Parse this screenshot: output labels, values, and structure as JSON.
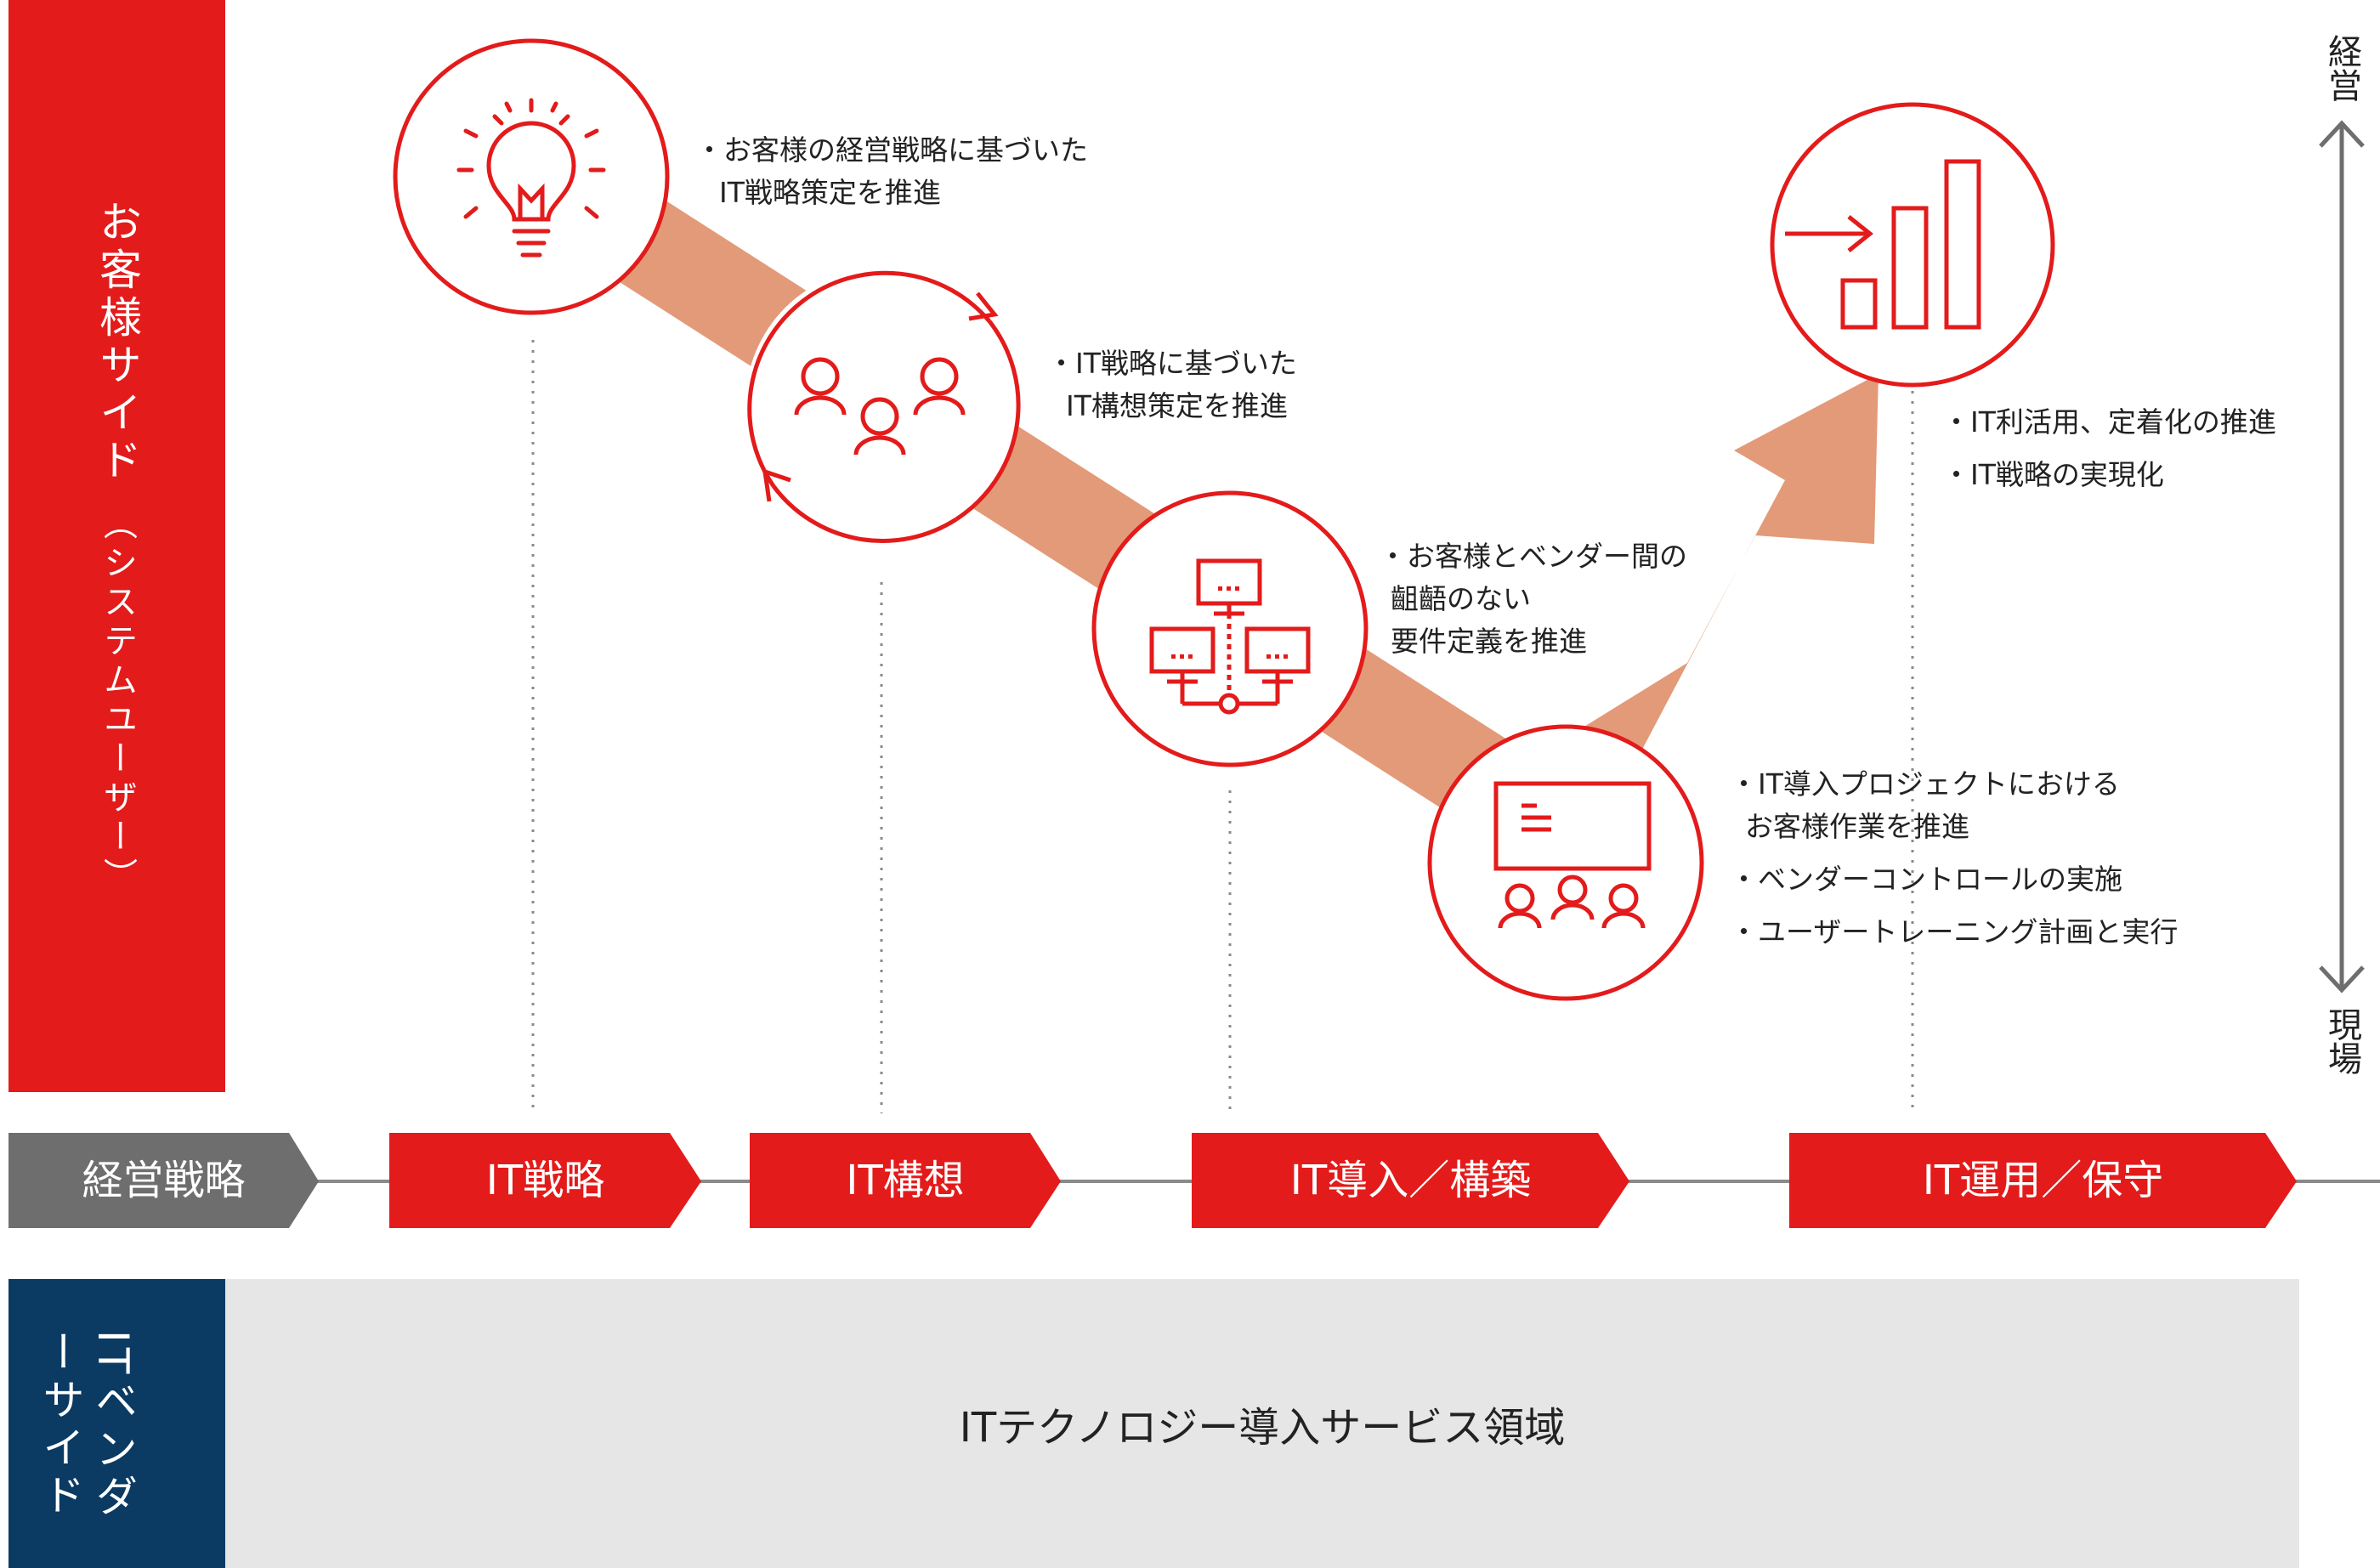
{
  "colors": {
    "red": "#e31b1b",
    "navy": "#0b3a63",
    "gray_box": "#6e6e6e",
    "arrow": "#e39a78",
    "area": "#e6e6e6"
  },
  "client_side": {
    "title": "お客様サイド",
    "sub": "（システムユーザー）"
  },
  "vendor_side": {
    "title": "ITベンダーサイド",
    "area_label": "ITテクノロジー導入サービス領域"
  },
  "scale": {
    "top": "経営",
    "bottom": "現場"
  },
  "steps": [
    {
      "label": "経営戦略",
      "kind": "gray"
    },
    {
      "label": "IT戦略",
      "kind": "red",
      "icon": "lightbulb-icon"
    },
    {
      "label": "IT構想",
      "kind": "red",
      "icon": "people-cycle-icon"
    },
    {
      "label": "IT導入／構築",
      "kind": "red",
      "icon": "network-icon"
    },
    {
      "label": "IT運用／保守",
      "kind": "red",
      "icon": "growth-chart-icon"
    }
  ],
  "descriptions": {
    "strategy": [
      "・お客様の経営戦略に基づいた",
      "IT戦略策定を推進"
    ],
    "concept": [
      "・IT戦略に基づいた",
      "IT構想策定を推進"
    ],
    "requirements": [
      "・お客様とベンダー間の",
      "齟齬のない",
      "要件定義を推進"
    ],
    "build": [
      "・IT導入プロジェクトにおける",
      "お客様作業を推進",
      "・ベンダーコントロールの実施",
      "・ユーザートレーニング計画と実行"
    ],
    "operation": [
      "・IT利活用、定着化の推進",
      "・IT戦略の実現化"
    ]
  }
}
